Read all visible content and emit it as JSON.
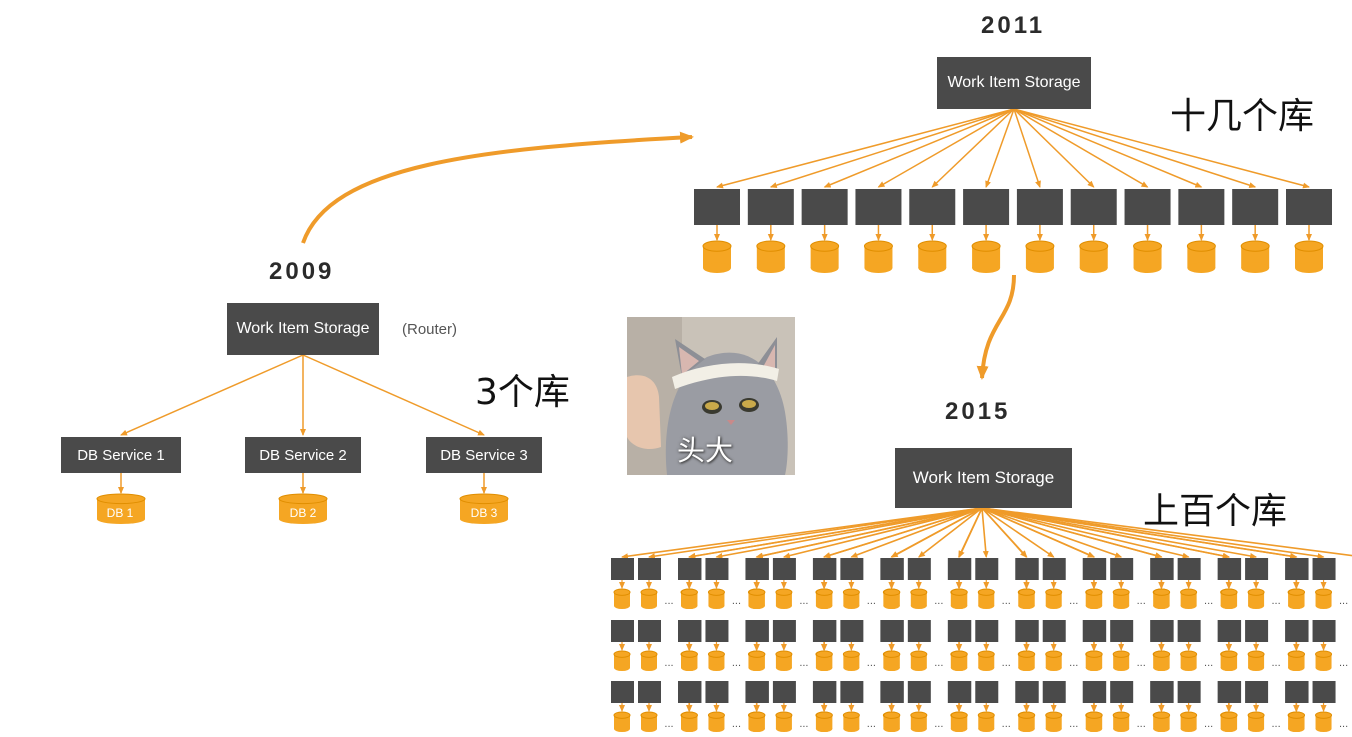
{
  "colors": {
    "node": "#4a4a4a",
    "accent": "#f5a623",
    "accent_dark": "#e08e00",
    "arrow": "#ef9b2a"
  },
  "era_2009": {
    "year": "2009",
    "root": "Work Item Storage",
    "router_note": "(Router)",
    "caption": "3个库",
    "services": [
      "DB Service 1",
      "DB Service 2",
      "DB Service 3"
    ],
    "databases": [
      "DB 1",
      "DB 2",
      "DB 3"
    ]
  },
  "era_2011": {
    "year": "2011",
    "root": "Work Item Storage",
    "caption": "十几个库",
    "shard_count": 12
  },
  "era_2015": {
    "year": "2015",
    "root": "Work Item Storage",
    "caption": "上百个库",
    "ellipsis": "...",
    "rows": 3
  },
  "meme": {
    "icon": "cat-measuring-head-image",
    "caption": "头大"
  }
}
